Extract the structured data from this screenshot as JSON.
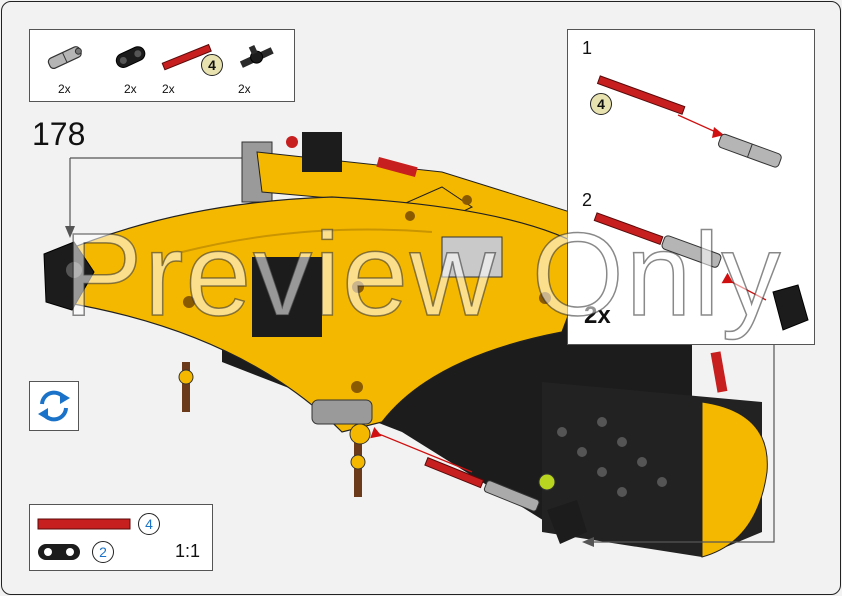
{
  "step": {
    "number": "178"
  },
  "parts_list": [
    {
      "icon": "gray-axle-connector-icon",
      "qty": "2x"
    },
    {
      "icon": "black-beam-icon",
      "qty": "2x"
    },
    {
      "icon": "red-axle-icon",
      "qty": "2x"
    },
    {
      "icon": "black-pin-connector-icon",
      "qty": "2x"
    }
  ],
  "length_badge": "4",
  "callout": {
    "step1": "1",
    "step2": "2",
    "step1_badge": "4",
    "multiplier": "2x"
  },
  "bom": {
    "axle_count": "4",
    "beam_count": "2",
    "scale": "1:1"
  },
  "watermark": "Preview Only",
  "colors": {
    "yellow": "#f5b800",
    "black": "#1c1c1c",
    "gray": "#9a9a9a",
    "red": "#c71f1f",
    "arrow_red": "#d01010",
    "blue_badge": "#1a73c8"
  }
}
